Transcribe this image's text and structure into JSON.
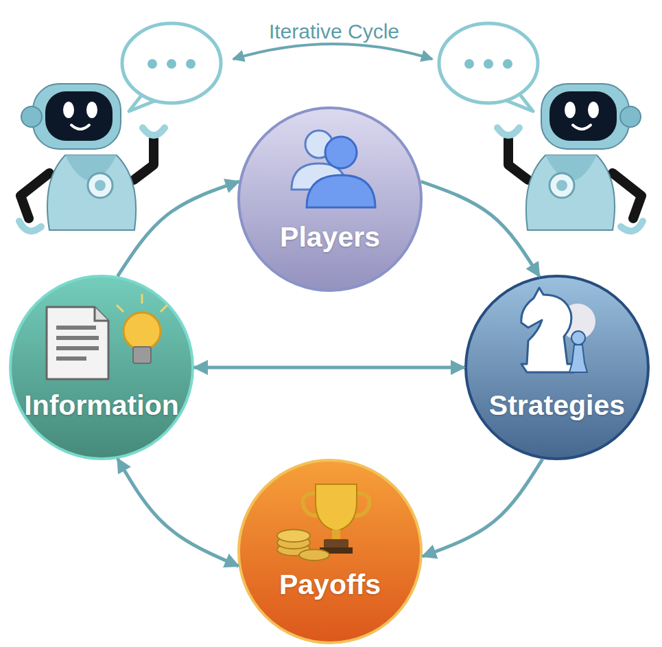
{
  "diagram": {
    "nodes": [
      {
        "text": [
          "Players"
        ]
      },
      {
        "text": [
          "Information"
        ]
      },
      {
        "text": [
          "Strategies"
        ]
      },
      {
        "text": [
          "Payoffs"
        ]
      }
    ],
    "edges": [
      {
        "from": 1,
        "to": 0,
        "arrow": "to"
      },
      {
        "from": 0,
        "to": 2,
        "arrow": "to"
      },
      {
        "from": 1,
        "to": 2,
        "arrow": "both"
      },
      {
        "from": 2,
        "to": 3,
        "arrow": "to"
      },
      {
        "from": 1,
        "to": 3,
        "arrow": "both"
      }
    ],
    "labels": [
      "Iterative Cycle"
    ]
  }
}
